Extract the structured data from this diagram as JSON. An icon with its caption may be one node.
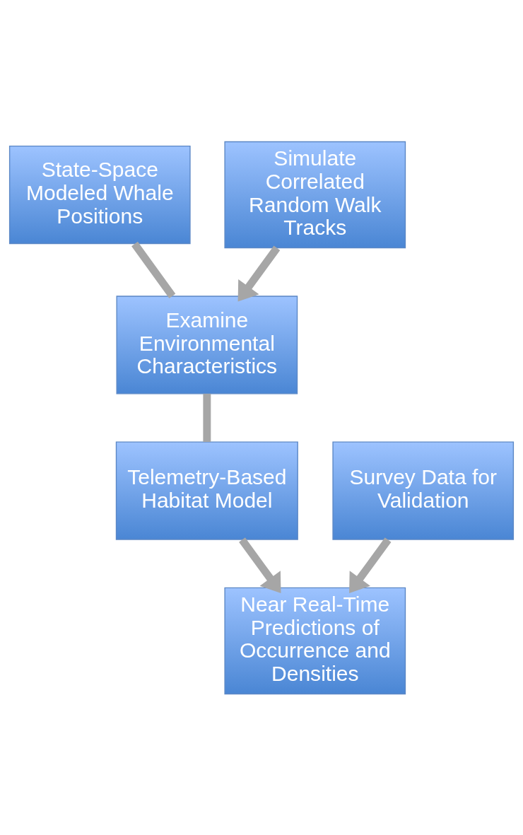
{
  "diagram": {
    "nodes": [
      {
        "text": [
          "State-Space Modeled Whale Positions"
        ]
      },
      {
        "text": [
          "Simulate Correlated Random Walk Tracks"
        ]
      },
      {
        "text": [
          "Examine Environmental Characteristics"
        ]
      },
      {
        "text": [
          "Telemetry-Based Habitat Model"
        ]
      },
      {
        "text": [
          "Survey Data for Validation"
        ]
      },
      {
        "text": [
          "Near Real-Time Predictions of Occurrence and Densities"
        ]
      }
    ],
    "edges": [
      {
        "from": 0,
        "to": 2,
        "arrow": "none"
      },
      {
        "from": 1,
        "to": 2,
        "arrow": "to"
      },
      {
        "from": 2,
        "to": 3,
        "arrow": "none"
      },
      {
        "from": 3,
        "to": 5,
        "arrow": "to"
      },
      {
        "from": 4,
        "to": 5,
        "arrow": "to"
      }
    ]
  }
}
